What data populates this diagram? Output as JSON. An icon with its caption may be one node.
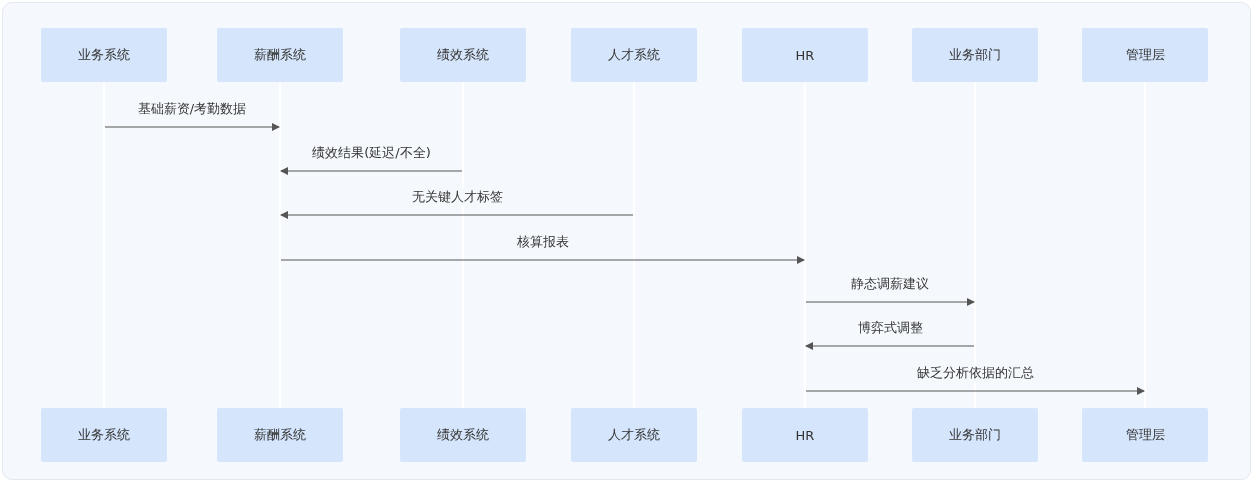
{
  "diagram": {
    "nodes": [
      {
        "text": [
          "业务系统"
        ]
      },
      {
        "text": [
          "薪酬系统"
        ]
      },
      {
        "text": [
          "绩效系统"
        ]
      },
      {
        "text": [
          "人才系统"
        ]
      },
      {
        "text": [
          "HR"
        ]
      },
      {
        "text": [
          "业务部门"
        ]
      },
      {
        "text": [
          "管理层"
        ]
      },
      {
        "text": [],
        "shape": "line"
      },
      {
        "text": [],
        "shape": "line"
      },
      {
        "text": [],
        "shape": "line"
      },
      {
        "text": [],
        "shape": "line"
      },
      {
        "text": [],
        "shape": "line"
      },
      {
        "text": [],
        "shape": "line"
      },
      {
        "text": [],
        "shape": "line"
      },
      {
        "text": [
          "业务系统"
        ]
      },
      {
        "text": [
          "薪酬系统"
        ]
      },
      {
        "text": [
          "绩效系统"
        ]
      },
      {
        "text": [
          "人才系统"
        ]
      },
      {
        "text": [
          "HR"
        ]
      },
      {
        "text": [
          "业务部门"
        ]
      },
      {
        "text": [
          "管理层"
        ]
      }
    ],
    "edges": [
      {
        "from": 7,
        "to": 8,
        "arrow": "to",
        "label": "基础薪资/考勤数据"
      },
      {
        "from": 9,
        "to": 8,
        "arrow": "to",
        "label": "绩效结果(延迟/不全)"
      },
      {
        "from": 10,
        "to": 8,
        "arrow": "to",
        "label": "无关键人才标签"
      },
      {
        "from": 8,
        "to": 11,
        "arrow": "to",
        "label": "核算报表"
      },
      {
        "from": 11,
        "to": 12,
        "arrow": "to",
        "label": "静态调薪建议"
      },
      {
        "from": 12,
        "to": 11,
        "arrow": "to",
        "label": "博弈式调整"
      },
      {
        "from": 11,
        "to": 13,
        "arrow": "to",
        "label": "缺乏分析依据的汇总"
      }
    ]
  }
}
